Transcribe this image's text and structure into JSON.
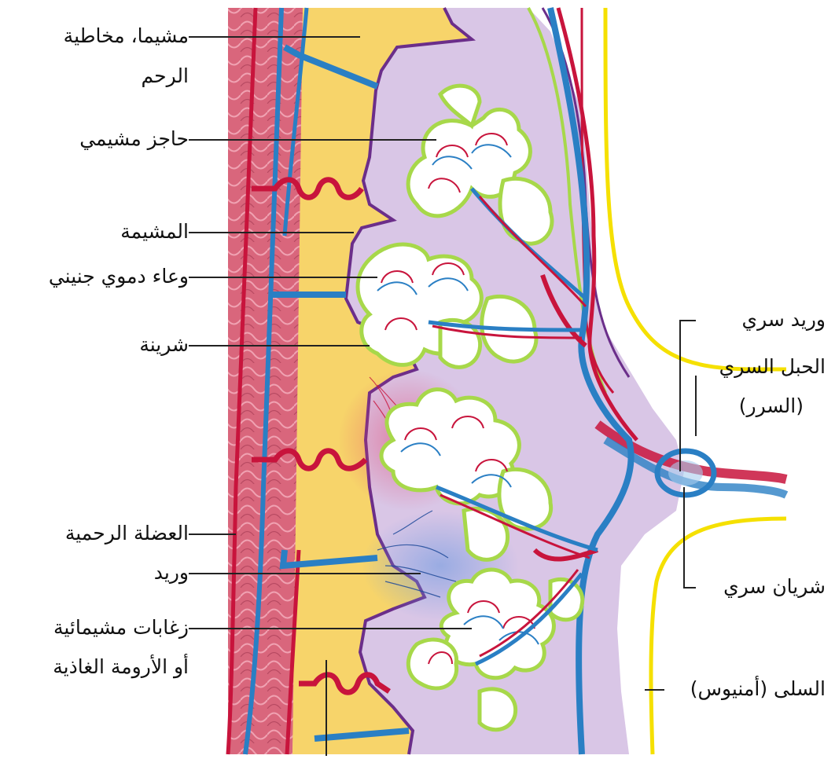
{
  "diagram": {
    "colors": {
      "muscle": "#d9667c",
      "muscle_light": "#f0a2b2",
      "decidua": "#f7d46a",
      "chorion_space": "#d9c6e6",
      "chorion_edge": "#6b2e8a",
      "artery": "#c8143c",
      "vein": "#2a7fc4",
      "amnion": "#f5e000",
      "villus_edge": "#a7d84a",
      "leader": "#222222"
    },
    "labels": {
      "decidua_basalis": "مشيما، مخاطية",
      "decidua_basalis_2": "الرحم",
      "chorionic_septum": "حاجز مشيمي",
      "chorion": "المشيمة",
      "fetal_vessel": "وعاء دموي جنيني",
      "arteriole": "شرينة",
      "myometrium": "العضلة الرحمية",
      "vein": "وريد",
      "chorionic_villi": "زغابات مشيمائية",
      "chorionic_villi_2": "أو الأرومة الغاذية",
      "umbilical_vein": "وريد سري",
      "umbilical_cord": "الحبل السري",
      "umbilical_cord_2": "(السرر)",
      "umbilical_artery": "شريان سري",
      "amnion": "السلى (أمنيوس)"
    }
  }
}
